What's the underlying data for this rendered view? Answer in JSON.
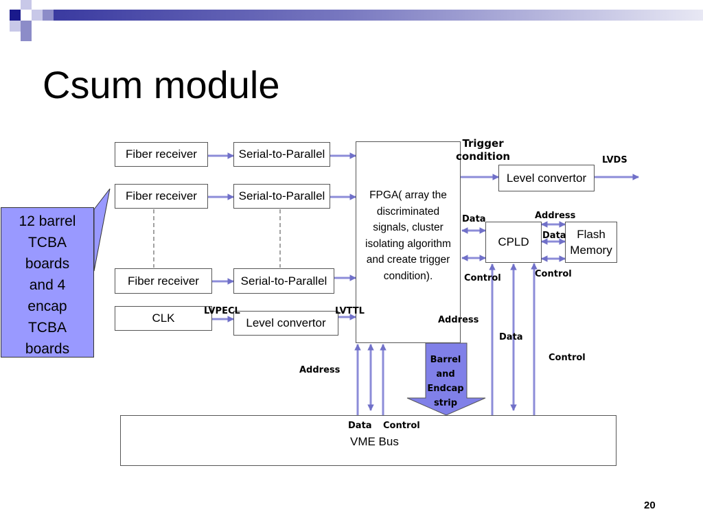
{
  "slide": {
    "title": "Csum module",
    "page_number": "20"
  },
  "callout": {
    "text": "12 barrel\nTCBA\nboards\nand 4\nencap\nTCBA\nboards"
  },
  "blocks": {
    "fiber_receiver_1": "Fiber receiver",
    "fiber_receiver_2": "Fiber receiver",
    "fiber_receiver_3": "Fiber receiver",
    "serial_to_parallel_1": "Serial-to-Parallel",
    "serial_to_parallel_2": "Serial-to-Parallel",
    "serial_to_parallel_3": "Serial-to-Parallel",
    "clk": "CLK",
    "level_convertor_bottom": "Level convertor",
    "level_convertor_top": "Level convertor",
    "fpga": "FPGA( array the\ndiscriminated\nsignals, cluster\nisolating algorithm\nand create trigger\ncondition).",
    "cpld": "CPLD",
    "flash_memory": "Flash\nMemory",
    "vme_bus": "VME Bus"
  },
  "labels": {
    "trigger_condition": "Trigger\ncondition",
    "lvds": "LVDS",
    "data_fpga_cpld": "Data",
    "address_cpld_flash": "Address",
    "data_cpld_flash": "Data",
    "control_fpga_cpld": "Control",
    "control_cpld_flash": "Control",
    "lvpecl": "LVPECL",
    "lvttl": "LVTTL",
    "address_fpga_right": "Address",
    "data_right": "Data",
    "control_right": "Control",
    "address_left": "Address",
    "barrel_endcap_strip": "Barrel\nand\nEndcap\nstrip",
    "data_vme": "Data",
    "control_vme": "Control"
  },
  "colors": {
    "arrow": "#8c8cd8",
    "callout": "#9999ff",
    "big_arrow": "#8080e8"
  }
}
